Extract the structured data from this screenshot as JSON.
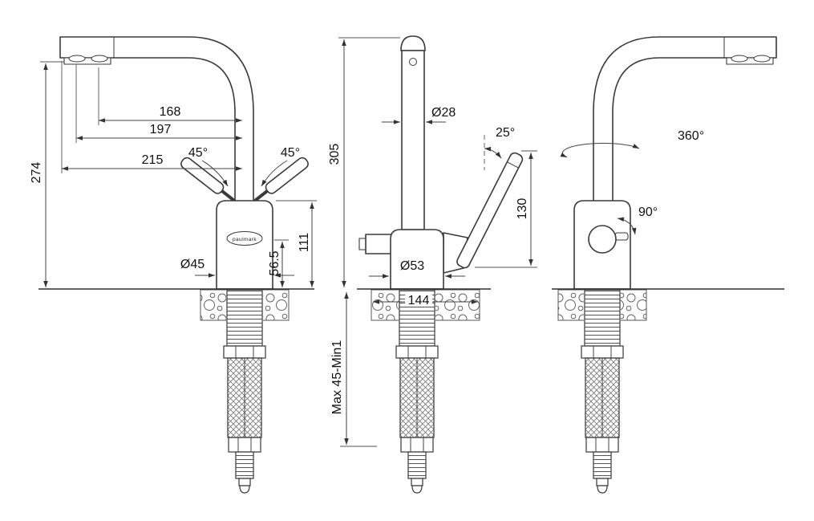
{
  "drawing": {
    "brand": "paulmark",
    "front_view": {
      "dim_168": "168",
      "dim_197": "197",
      "dim_215": "215",
      "dim_274": "274",
      "angle_left": "45°",
      "angle_right": "45°",
      "dia_45": "Ø45",
      "dim_56_5": "56.5",
      "dim_111": "111"
    },
    "side_view": {
      "dim_305": "305",
      "dia_28": "Ø28",
      "angle_25": "25°",
      "dim_130": "130",
      "dia_53": "Ø53",
      "dim_144": "144",
      "mount_range": "Max 45-Min1"
    },
    "rear_view": {
      "angle_360": "360°",
      "angle_90": "90°"
    }
  }
}
